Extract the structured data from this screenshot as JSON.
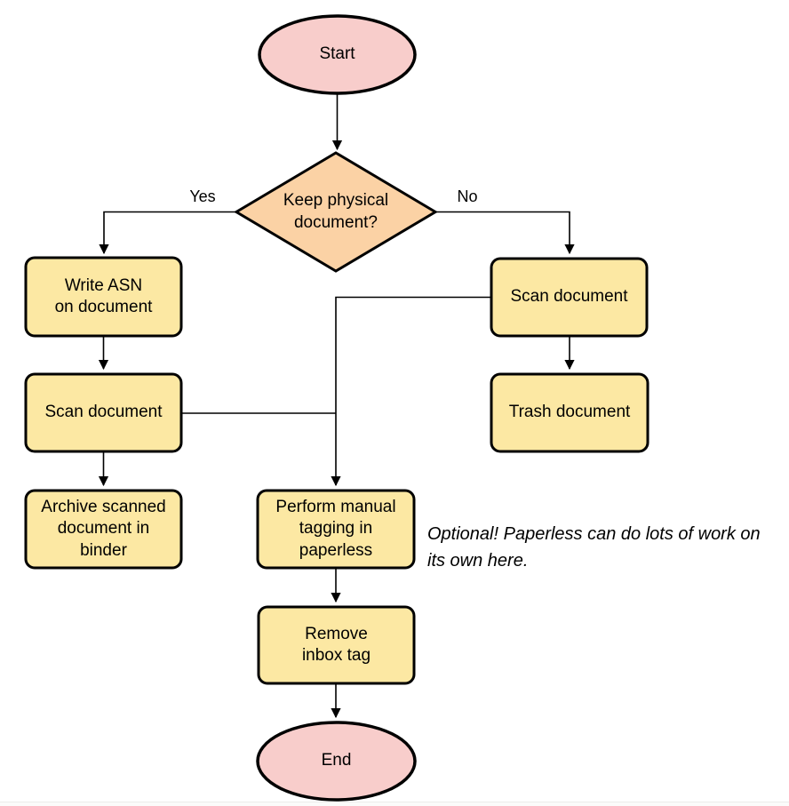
{
  "diagram": {
    "colors": {
      "terminal_fill": "#f8cdcb",
      "decision_fill": "#fbd2a5",
      "process_fill": "#fce8a3",
      "stroke": "#000000"
    },
    "nodes": {
      "start": {
        "type": "terminal",
        "label": "Start"
      },
      "decision": {
        "type": "decision",
        "label": "Keep physical\ndocument?"
      },
      "write_asn": {
        "type": "process",
        "label": "Write ASN\non document"
      },
      "scan_left": {
        "type": "process",
        "label": "Scan document"
      },
      "archive": {
        "type": "process",
        "label": "Archive scanned\ndocument in\nbinder"
      },
      "scan_right": {
        "type": "process",
        "label": "Scan document"
      },
      "trash": {
        "type": "process",
        "label": "Trash document"
      },
      "perform": {
        "type": "process",
        "label": "Perform manual\ntagging in\npaperless"
      },
      "remove": {
        "type": "process",
        "label": "Remove\ninbox tag"
      },
      "end": {
        "type": "terminal",
        "label": "End"
      }
    },
    "edge_labels": {
      "yes": "Yes",
      "no": "No"
    },
    "annotation": "Optional! Paperless can do lots of work on\nits own here."
  }
}
